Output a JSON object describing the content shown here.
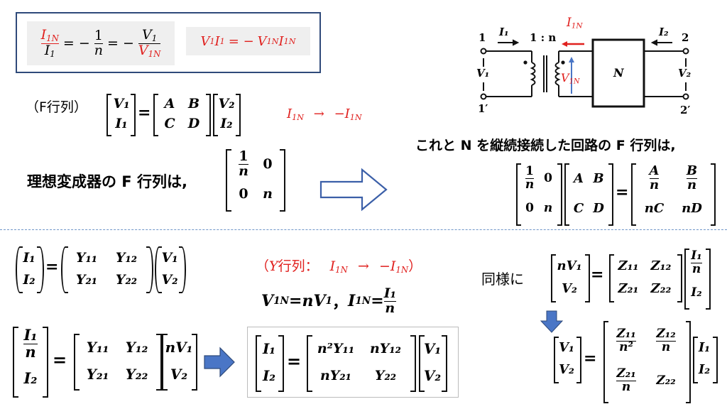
{
  "top_box": {
    "ratio": {
      "n1": "I",
      "n1_sub": "1N",
      "d1": "I",
      "d1_sub": "1",
      "eq1": "= −",
      "n2": "1",
      "d2": "n",
      "eq2": "= −",
      "n3": "V",
      "n3_sub": "1",
      "d3": "V",
      "d3_sub": "1N"
    },
    "power": {
      "a": "V",
      "a_sub": "1",
      "b": "I",
      "b_sub": "1",
      "eq": "= −",
      "c": "V",
      "c_sub": "1N",
      "d": "I",
      "d_sub": "1N"
    }
  },
  "f_label": "（F行列）",
  "f_eq": {
    "lhs": [
      "V₁",
      "I₁"
    ],
    "eq": "=",
    "m": [
      "A",
      "B",
      "C",
      "D"
    ],
    "rhs": [
      "V₂",
      "I₂"
    ]
  },
  "f_note": {
    "a": "I",
    "a_sub": "1N",
    "arrow": "→",
    "b": "−I",
    "b_sub": "1N"
  },
  "ideal_text": "理想変成器の F 行列は,",
  "ideal_matrix": {
    "a_num": "1",
    "a_den": "n",
    "b": "0",
    "c": "0",
    "d": "n"
  },
  "circuit": {
    "i1": "I₁",
    "i2": "I₂",
    "ratio": "1 : n",
    "n_block": "N",
    "v1": "V₁",
    "v2": "V₂",
    "p1": "1",
    "p1b": "1′",
    "p2": "2",
    "p2b": "2′",
    "i1n": "I",
    "i1n_sub": "1N",
    "v1n": "V",
    "v1n_sub": "1N"
  },
  "cascade_text": "これと N を縦続接続した回路の F 行列は,",
  "cascade_eq": {
    "m1": {
      "a_num": "1",
      "a_den": "n",
      "b": "0",
      "c": "0",
      "d": "n"
    },
    "m2": [
      "A",
      "B",
      "C",
      "D"
    ],
    "eq": "=",
    "res": {
      "a_num": "A",
      "a_den": "n",
      "b_num": "B",
      "b_den": "n",
      "c": "nC",
      "d": "nD"
    }
  },
  "y_eq": {
    "lhs": [
      "I₁",
      "I₂"
    ],
    "m": [
      "Y₁₁",
      "Y₁₂",
      "Y₂₁",
      "Y₂₂"
    ],
    "rhs": [
      "V₁",
      "V₂"
    ],
    "eq": "="
  },
  "y_label": {
    "open": "（",
    "y": "Y",
    "text": "行列：",
    "a": "I",
    "a_sub": "1N",
    "arrow": "→",
    "b": "−I",
    "b_sub": "1N",
    "close": "）"
  },
  "subst": {
    "a": "V",
    "a_sub": "1N",
    "eq1": "=nV",
    "eq1_sub": "1",
    "comma": "，",
    "b": "I",
    "b_sub": "1N",
    "eq2": "=",
    "num": "I₁",
    "den": "n"
  },
  "y_left": {
    "l_num": "I₁",
    "l_den": "n",
    "l2": "I₂",
    "eq": "=",
    "m": [
      "Y₁₁",
      "Y₁₂",
      "Y₂₁",
      "Y₂₂"
    ],
    "r1": "nV₁",
    "r2": "V₂"
  },
  "y_result": {
    "l1": "I₁",
    "l2": "I₂",
    "eq": "=",
    "m": [
      "n²Y₁₁",
      "nY₁₂",
      "nY₂₁",
      "Y₂₂"
    ],
    "r1": "V₁",
    "r2": "V₂"
  },
  "similar_label": "同様に",
  "z_eq": {
    "l1": "nV₁",
    "l2": "V₂",
    "eq": "=",
    "m": [
      "Z₁₁",
      "Z₁₂",
      "Z₂₁",
      "Z₂₂"
    ],
    "r_num": "I₁",
    "r_den": "n",
    "r2": "I₂"
  },
  "z_result": {
    "l1": "V₁",
    "l2": "V₂",
    "eq": "=",
    "a_num": "Z₁₁",
    "a_den": "n²",
    "b_num": "Z₁₂",
    "b_den": "n",
    "c_num": "Z₂₁",
    "c_den": "n",
    "d": "Z₂₂",
    "r1": "I₁",
    "r2": "I₂"
  },
  "colors": {
    "accent_red": "#e0201e",
    "box_border": "#2f4a7a",
    "arrow_blue": "#4a76c6",
    "dashed": "#6f95c8"
  }
}
